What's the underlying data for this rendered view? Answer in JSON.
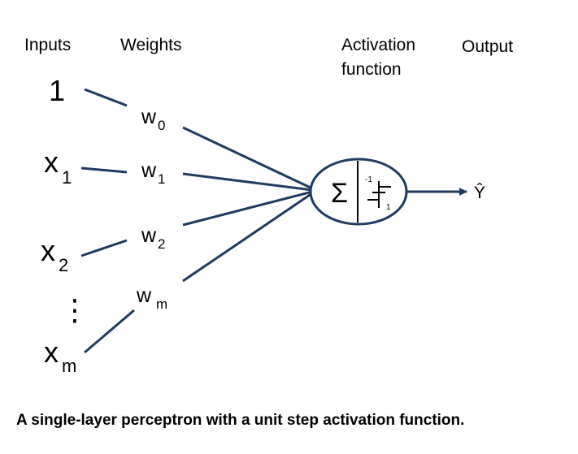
{
  "headers": {
    "inputs": "Inputs",
    "weights": "Weights",
    "activation_line1": "Activation",
    "activation_line2": "function",
    "output": "Output"
  },
  "inputs": {
    "bias": "1",
    "x_base": "x",
    "x1_sub": "1",
    "x2_sub": "2",
    "xm_sub": "m",
    "ellipsis": "⋮"
  },
  "weights": {
    "w_base": "w",
    "w0_sub": "0",
    "w1_sub": "1",
    "w2_sub": "2",
    "wm_sub": "m"
  },
  "node": {
    "sigma": "Σ",
    "step_low": "-1",
    "step_high": "1"
  },
  "output_symbol": "Ŷ",
  "caption": "A single-layer  perceptron with a unit step activation function.",
  "colors": {
    "connection": "#1f3a5f",
    "text": "#000000"
  }
}
